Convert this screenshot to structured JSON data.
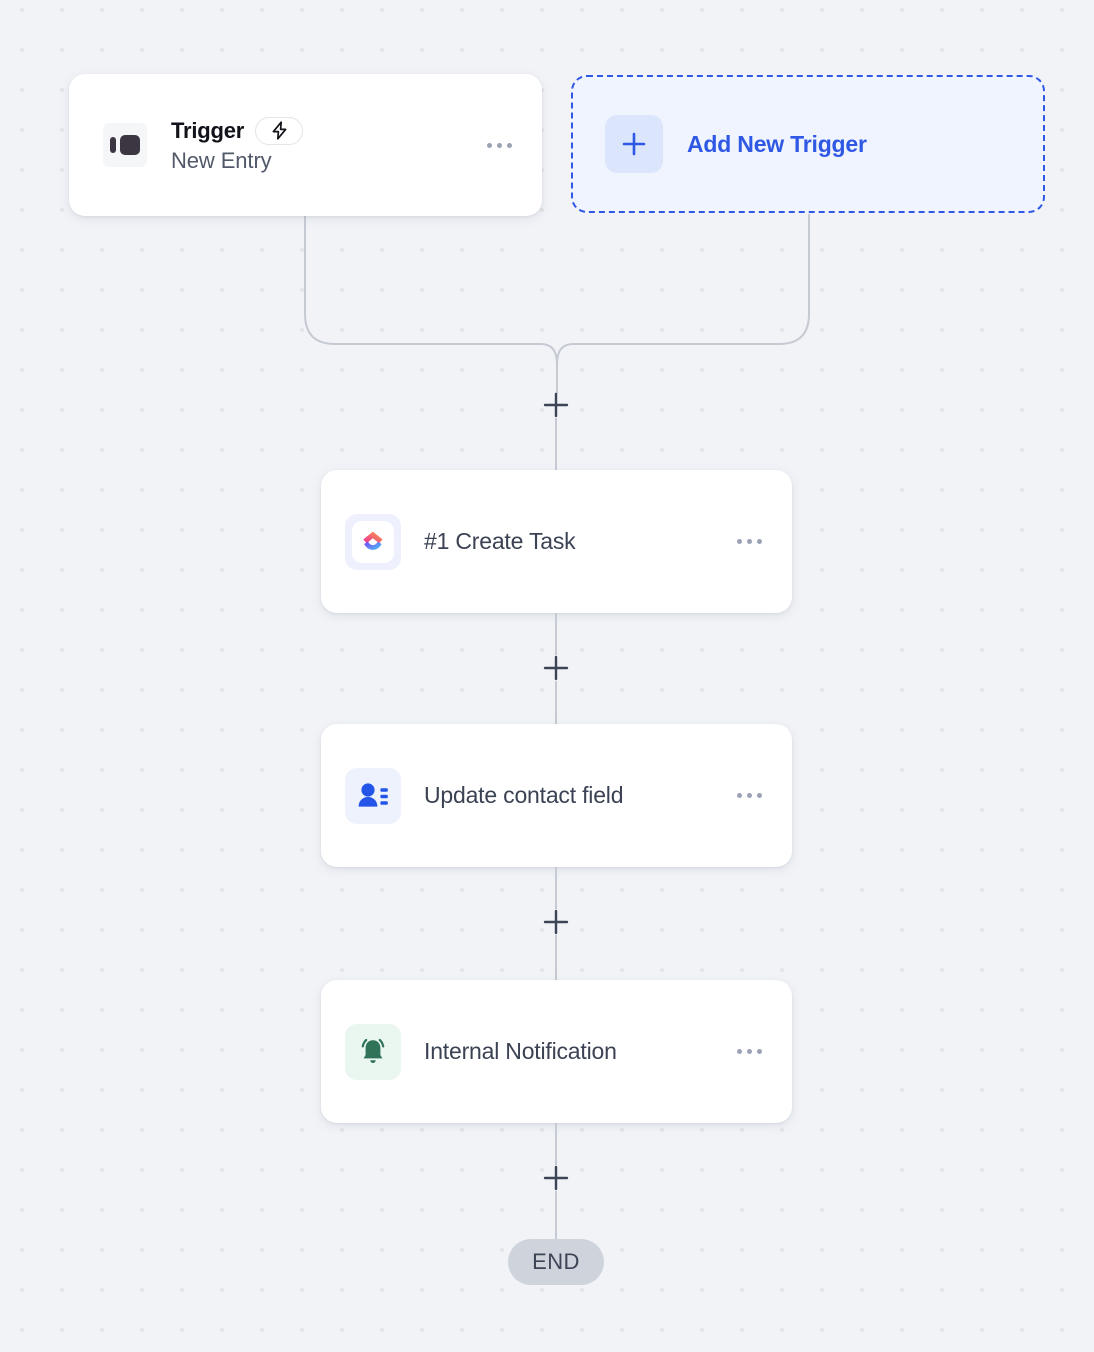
{
  "canvas": {
    "background_color": "#f1f3f7",
    "dot_color": "#e4e5e7"
  },
  "trigger_card": {
    "icon": "trigger-panel-icon",
    "title": "Trigger",
    "badge_icon": "lightning-bolt-icon",
    "subtitle": "New Entry",
    "menu_icon": "more-options-icon"
  },
  "add_trigger": {
    "icon": "plus-icon",
    "label": "Add New Trigger",
    "accent_color": "#2f58e4",
    "fill_color": "#f0f4fe"
  },
  "steps": [
    {
      "icon": "clickup-logo-icon",
      "label": "#1 Create Task",
      "menu_icon": "more-options-icon",
      "tile_color": "#eef1fd"
    },
    {
      "icon": "contact-field-icon",
      "label": "Update contact field",
      "menu_icon": "more-options-icon",
      "tile_color": "#eef2fd"
    },
    {
      "icon": "bell-notification-icon",
      "label": "Internal Notification",
      "menu_icon": "more-options-icon",
      "tile_color": "#eaf6f0"
    }
  ],
  "connectors": {
    "add_step_icon": "plus-icon",
    "line_color": "#c6cad3",
    "count": 4
  },
  "end_node": {
    "label": "END",
    "background_color": "#ced3dc"
  }
}
